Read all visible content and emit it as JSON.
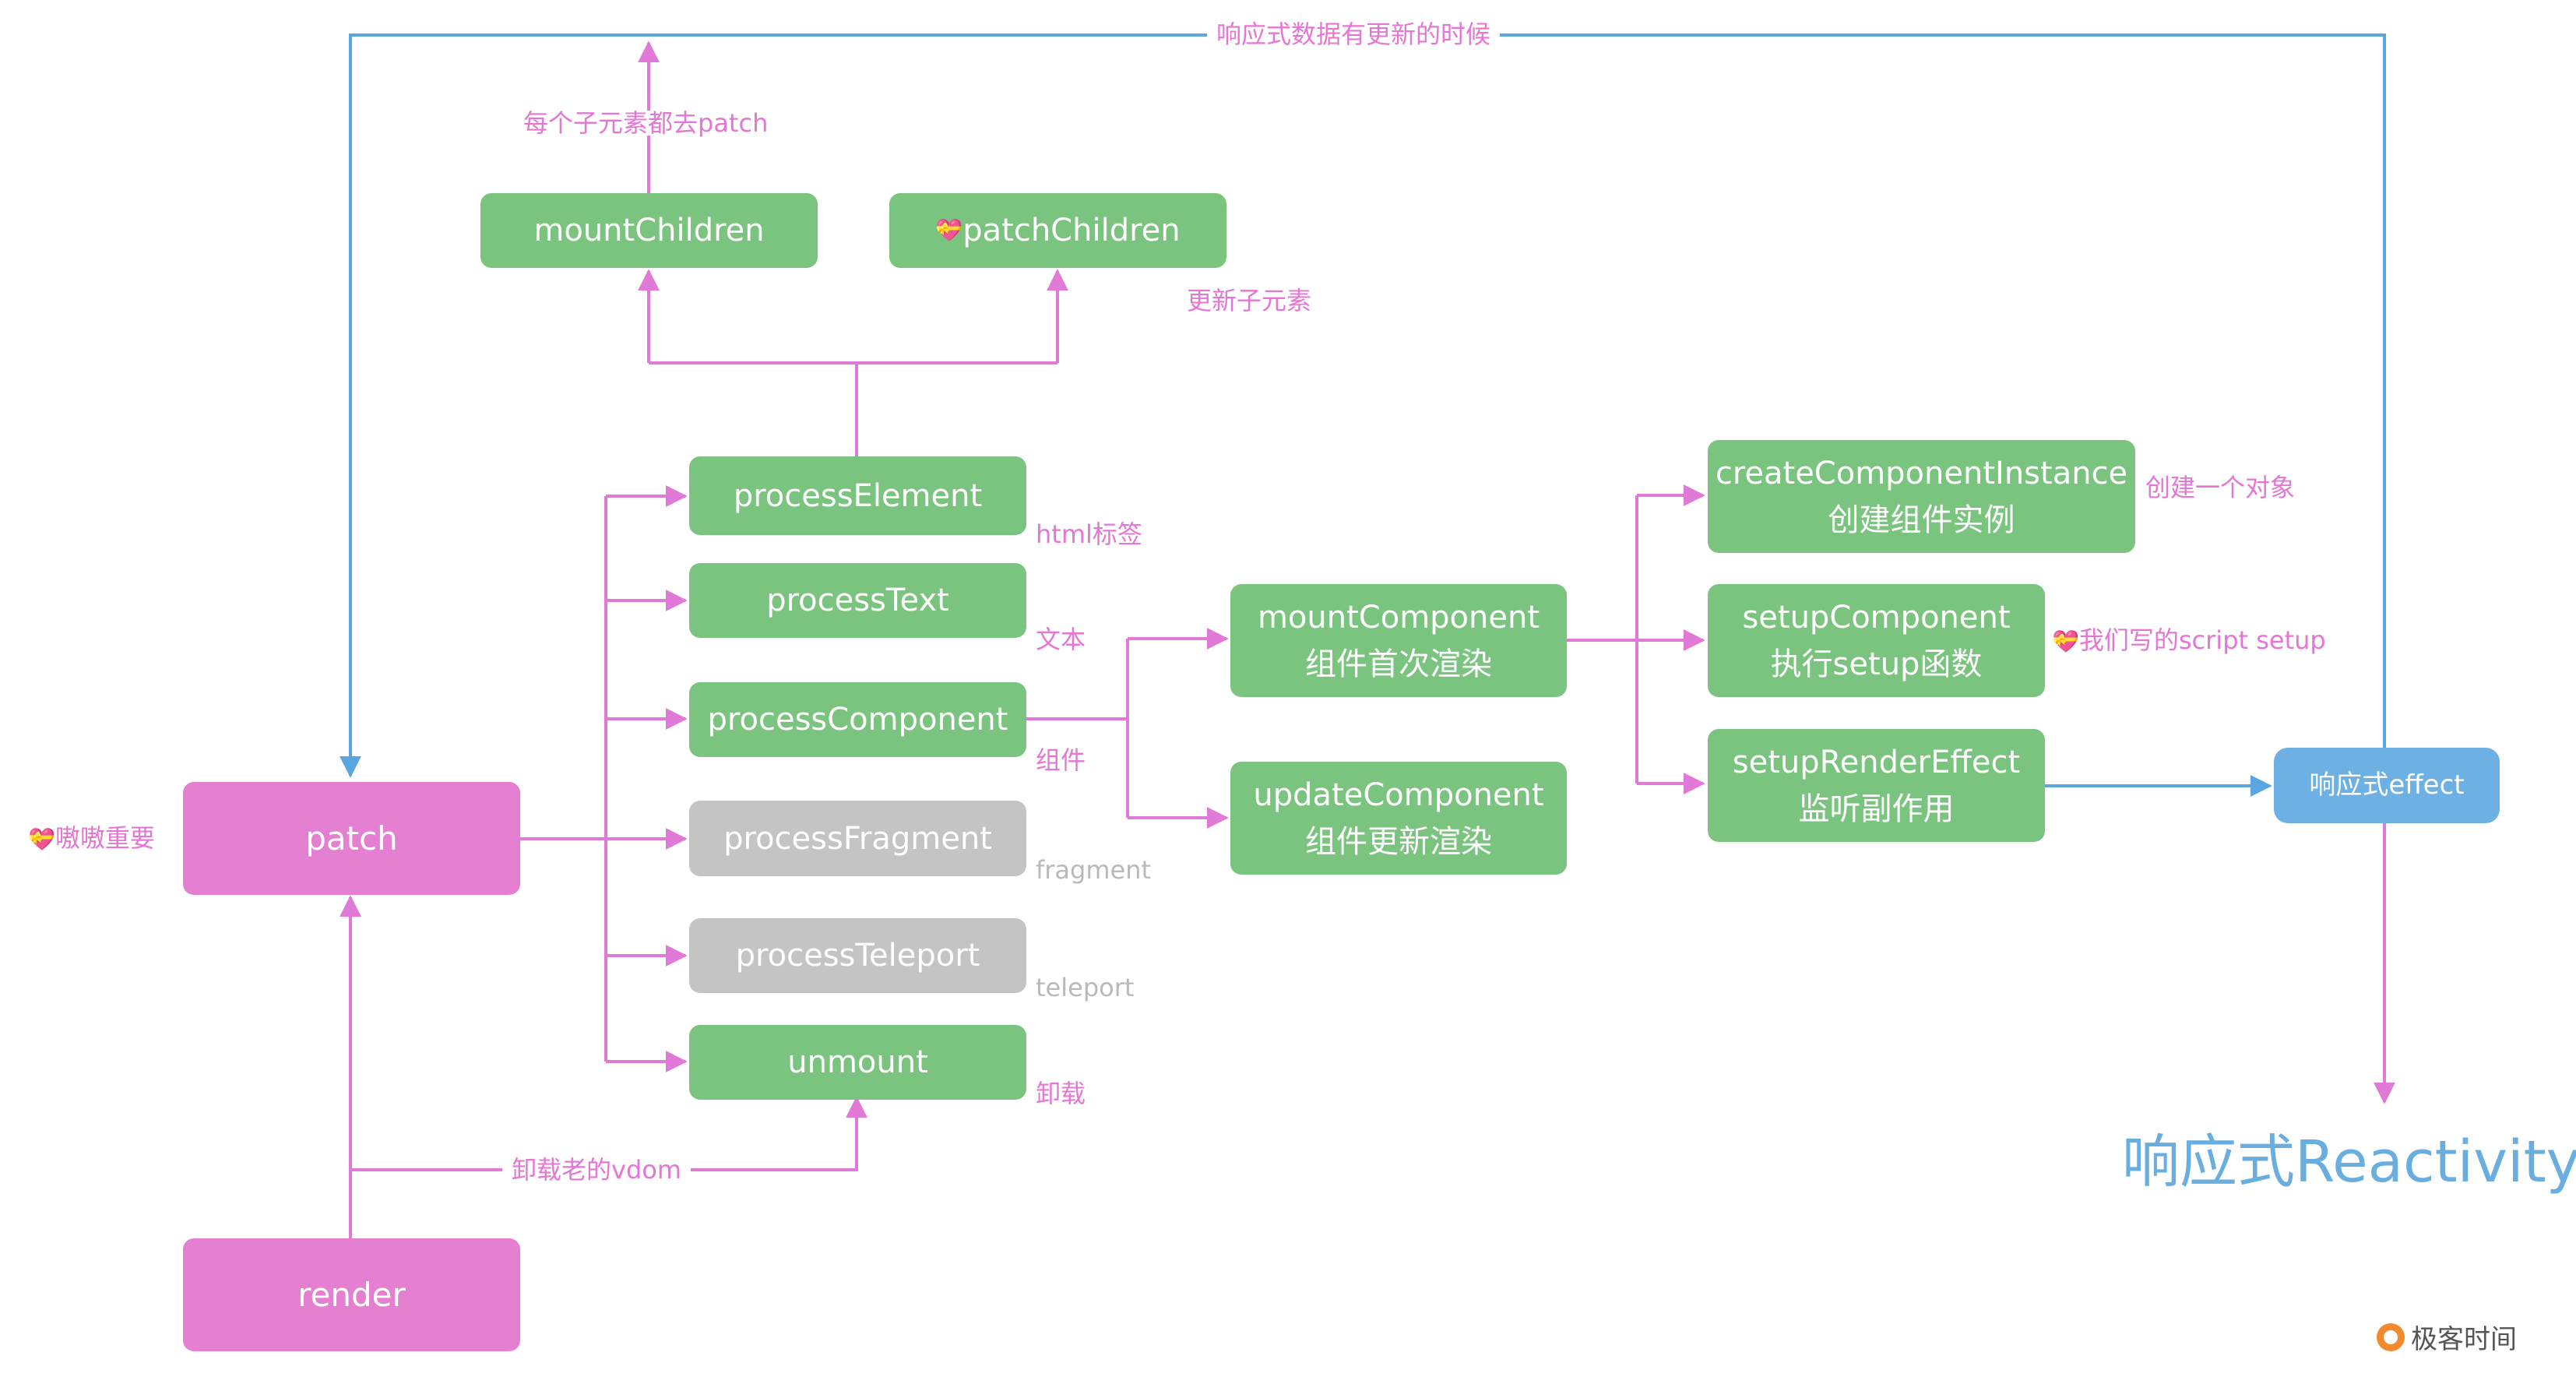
{
  "colors": {
    "green": "#7bc47f",
    "gray": "#c4c4c4",
    "pink": "#e57fd2",
    "blue": "#6db0e3",
    "pink_wire": "#e07ad6",
    "blue_wire": "#5aa6e0"
  },
  "nodes": {
    "render": "render",
    "patch": "patch",
    "mountChildren": "mountChildren",
    "patchChildren": "patchChildren",
    "processElement": "processElement",
    "processText": "processText",
    "processComponent": "processComponent",
    "processFragment": "processFragment",
    "processTeleport": "processTeleport",
    "unmount": "unmount",
    "mountComponent": {
      "line1": "mountComponent",
      "line2": "组件首次渲染"
    },
    "updateComponent": {
      "line1": "updateComponent",
      "line2": "组件更新渲染"
    },
    "createComponentInstance": {
      "line1": "createComponentInstance",
      "line2": "创建组件实例"
    },
    "setupComponent": {
      "line1": "setupComponent",
      "line2": "执行setup函数"
    },
    "setupRenderEffect": {
      "line1": "setupRenderEffect",
      "line2": "监听副作用"
    },
    "reactiveEffect": "响应式effect"
  },
  "labels": {
    "top_wire": "响应式数据有更新的时候",
    "each_child": "每个子元素都去patch",
    "update_children": "更新子元素",
    "patch_note": "嗷嗷重要",
    "html_tag": "html标签",
    "text": "文本",
    "component": "组件",
    "fragment": "fragment",
    "teleport": "teleport",
    "unmount_note": "卸载",
    "unmount_old": "卸载老的vdom",
    "create_object": "创建一个对象",
    "script_setup": "我们写的script setup"
  },
  "icons": {
    "heart": "heart-icon"
  },
  "title": "响应式Reactivity",
  "brand": "极客时间"
}
